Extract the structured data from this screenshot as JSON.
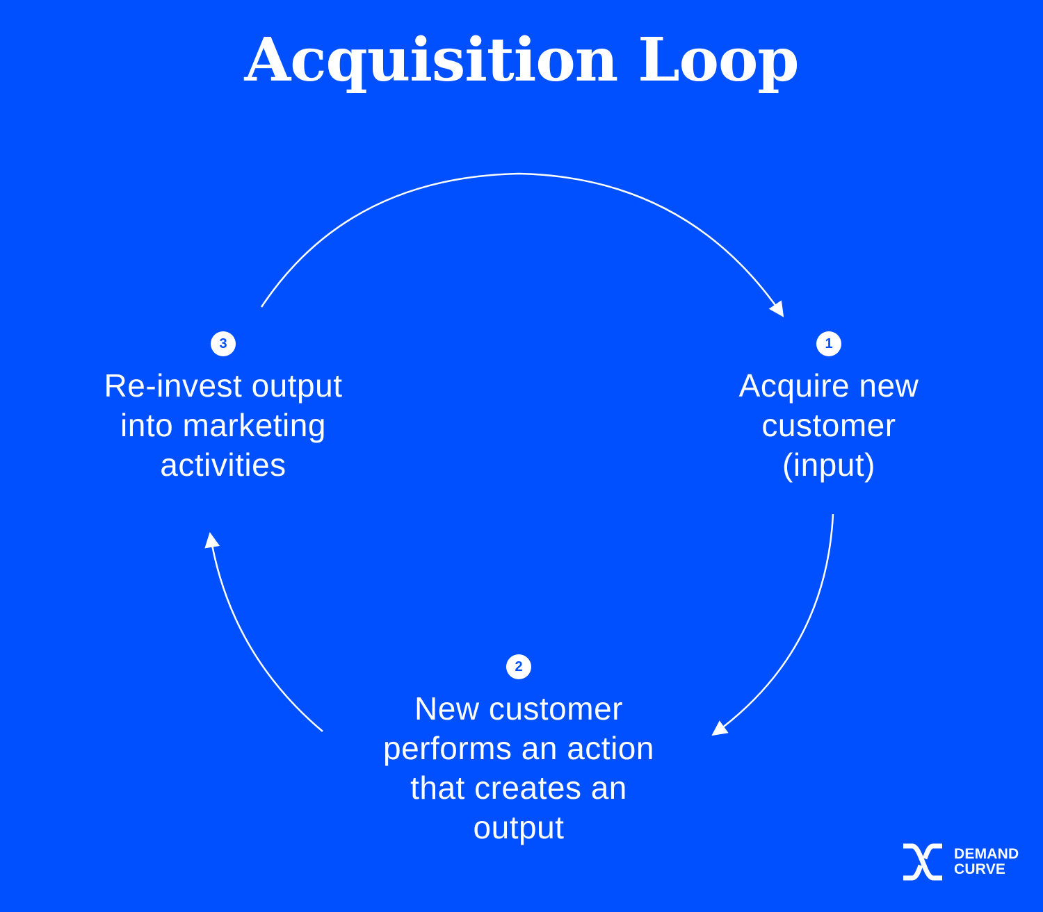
{
  "title": "Acquisition Loop",
  "steps": [
    {
      "number": "1",
      "text": "Acquire new\ncustomer\n(input)"
    },
    {
      "number": "2",
      "text": "New customer\nperforms an action\nthat creates an\noutput"
    },
    {
      "number": "3",
      "text": "Re-invest output\ninto marketing\nactivities"
    }
  ],
  "brand": {
    "line1": "DEMAND",
    "line2": "CURVE"
  },
  "colors": {
    "background": "#0050FF",
    "foreground": "#FFFFFF"
  }
}
